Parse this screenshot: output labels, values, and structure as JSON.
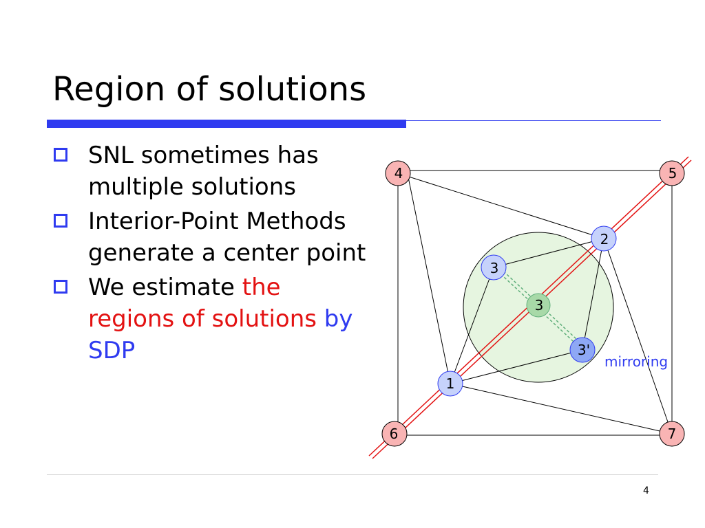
{
  "slide": {
    "title": "Region of solutions",
    "page_number": "4",
    "bullets": [
      {
        "parts": [
          {
            "text": "SNL sometimes has multiple solutions",
            "color": "black"
          }
        ]
      },
      {
        "parts": [
          {
            "text": "Interior-Point Methods generate a center point",
            "color": "black"
          }
        ]
      },
      {
        "parts": [
          {
            "text": "We estimate ",
            "color": "black"
          },
          {
            "text": "the regions of solutions",
            "color": "red"
          },
          {
            "text": " by SDP",
            "color": "blue"
          }
        ]
      }
    ]
  },
  "diagram": {
    "nodes": {
      "n4": "4",
      "n5": "5",
      "n6": "6",
      "n7": "7",
      "n2": "2",
      "n3_top": "3",
      "n3_center": "3",
      "n3_prime": "3'",
      "n1": "1"
    },
    "annotation": "mirroring"
  },
  "colors": {
    "accent_blue": "#2f3bf0",
    "highlight_red": "#e31212",
    "anchor_fill": "#f9b4b4",
    "sensor_fill": "#c6d2fb",
    "center_fill": "#a8d9a8",
    "region_fill": "#e6f5e0"
  }
}
